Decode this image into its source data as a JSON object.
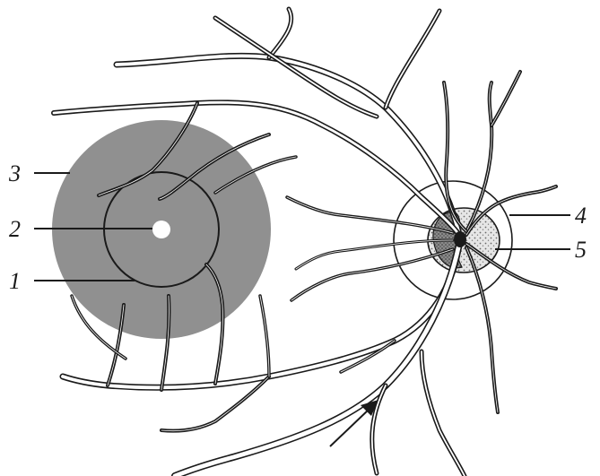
{
  "diagram": {
    "labels": [
      {
        "id": "fovea-ring",
        "text": "1"
      },
      {
        "id": "foveola-center",
        "text": "2"
      },
      {
        "id": "macula-region",
        "text": "3"
      },
      {
        "id": "optic-disc-ring",
        "text": "4"
      },
      {
        "id": "optic-cup",
        "text": "5"
      }
    ],
    "colors": {
      "macula_fill": "#909090",
      "line": "#1a1a1a",
      "background": "#ffffff",
      "cup_fill": "#d4d4d4"
    },
    "icons": {
      "flow_arrow": "arrow-icon"
    }
  }
}
